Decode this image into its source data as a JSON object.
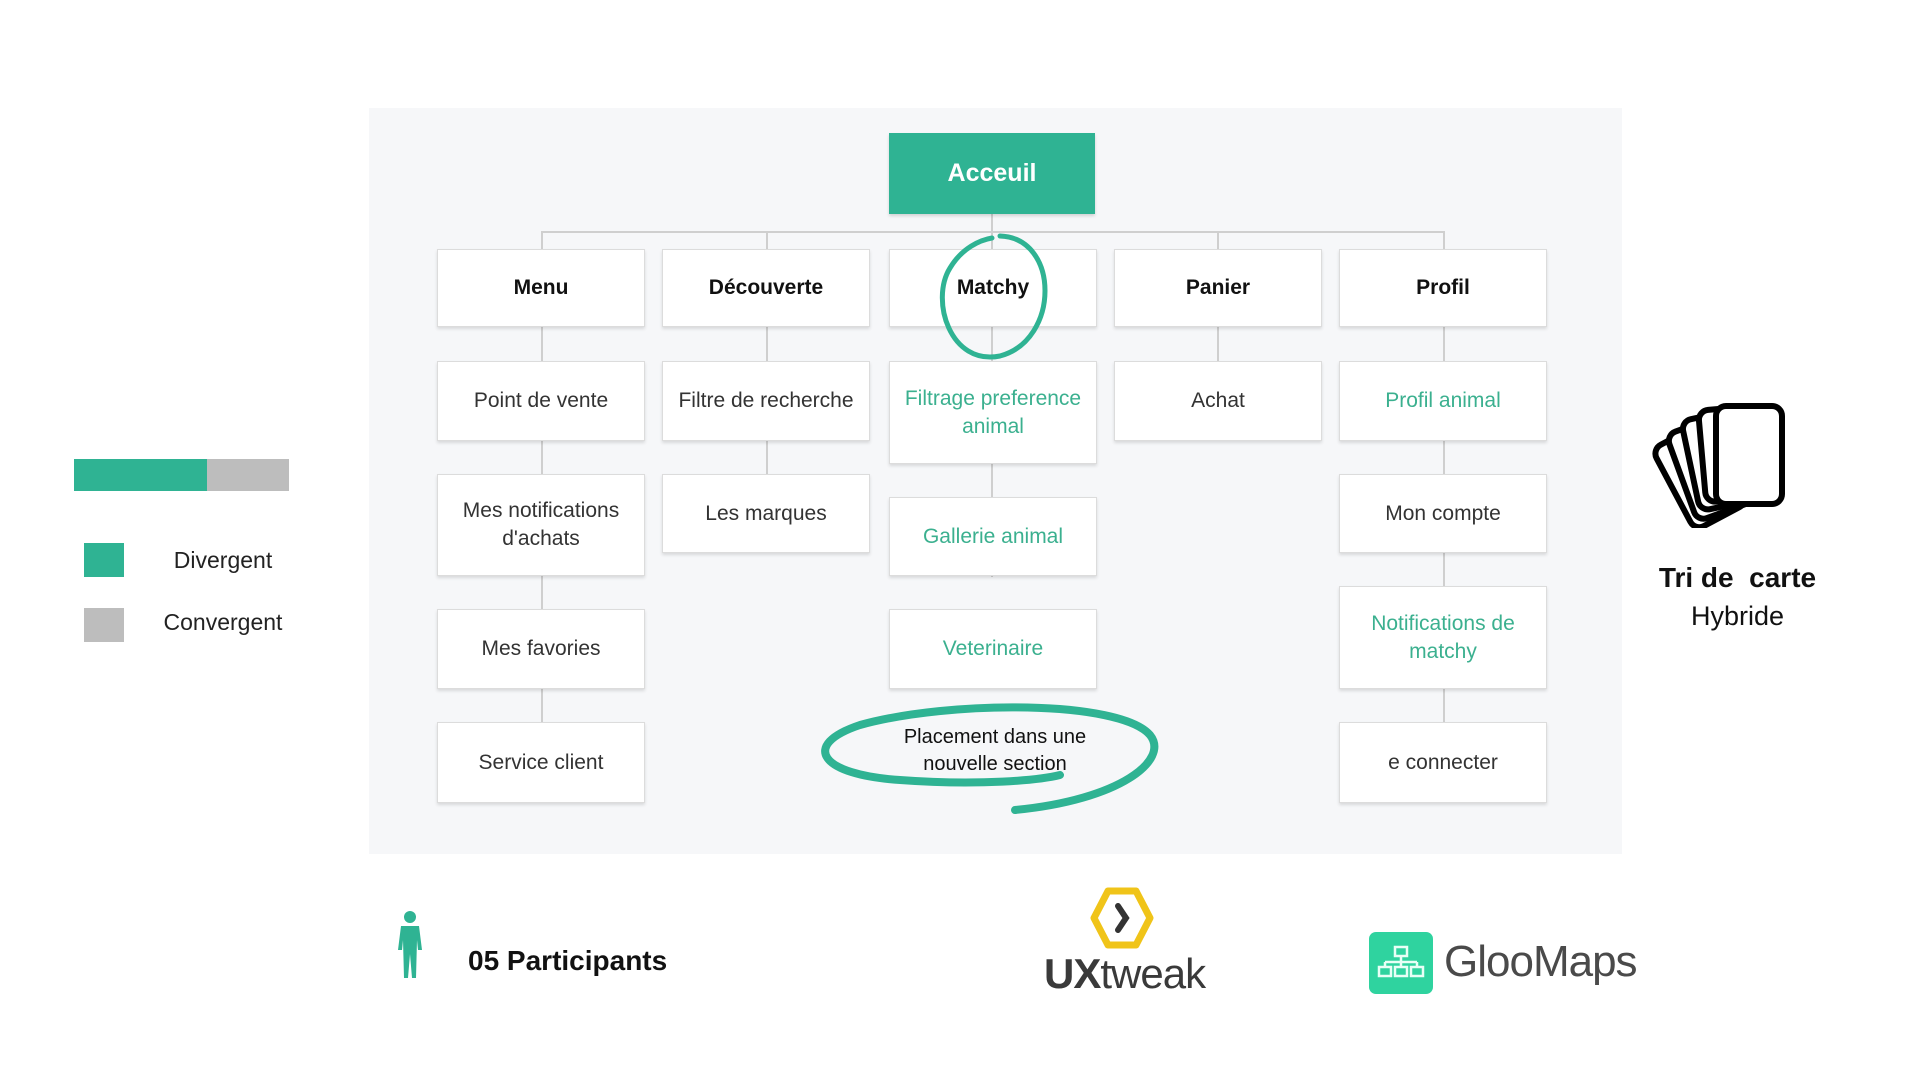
{
  "root": "Acceuil",
  "columns": [
    {
      "title": "Menu",
      "items": [
        "Point de vente",
        "Mes notifications d'achats",
        "Mes favories",
        "Service client"
      ]
    },
    {
      "title": "Découverte",
      "items": [
        "Filtre de recherche",
        "Les marques"
      ]
    },
    {
      "title": "Matchy",
      "items": [
        "Filtrage preference animal",
        "Gallerie animal",
        "Veterinaire"
      ]
    },
    {
      "title": "Panier",
      "items": [
        "Achat"
      ]
    },
    {
      "title": "Profil",
      "items": [
        "Profil animal",
        "Mon compte",
        "Notifications de matchy",
        "e connecter"
      ]
    }
  ],
  "annotation": "Placement dans une nouvelle section",
  "legend": {
    "divergent": "Divergent",
    "convergent": "Convergent",
    "divergent_fraction": 0.62
  },
  "method": {
    "title": "Tri de  carte",
    "subtitle": "Hybride"
  },
  "participants": "05 Participants",
  "tools": [
    "UXtweak",
    "GlooMaps"
  ],
  "colors": {
    "teal": "#2fb393",
    "gray": "#bdbdbd",
    "yellow": "#f0c419"
  }
}
